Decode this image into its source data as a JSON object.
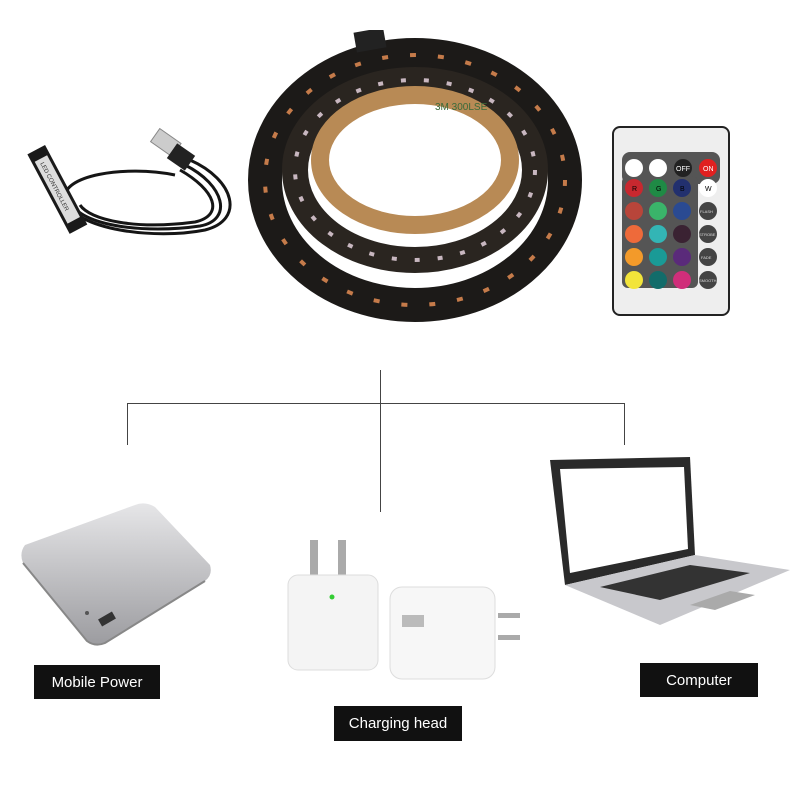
{
  "labels": {
    "mobile_power": "Mobile Power",
    "charging_head": "Charging head",
    "computer": "Computer"
  },
  "remote": {
    "buttons": {
      "off": "OFF",
      "on": "ON",
      "r": "R",
      "g": "G",
      "b": "B",
      "w": "W",
      "flash": "FLASH",
      "strobe": "STROBE",
      "fade": "FADE",
      "smooth": "SMOOTH"
    },
    "colors": [
      "#c8282f",
      "#1f8a45",
      "#22306e",
      "#b8453a",
      "#3ab46a",
      "#2a4a92",
      "#ee6a3a",
      "#33b5b5",
      "#3a2232",
      "#f39a2a",
      "#1a9a96",
      "#5a2a7a",
      "#f2e43a",
      "#126c6a",
      "#d02e7a"
    ]
  },
  "controller": {
    "text": "LED CONTROLLER"
  },
  "strip": {
    "tape_text": "3M 300LSE"
  }
}
